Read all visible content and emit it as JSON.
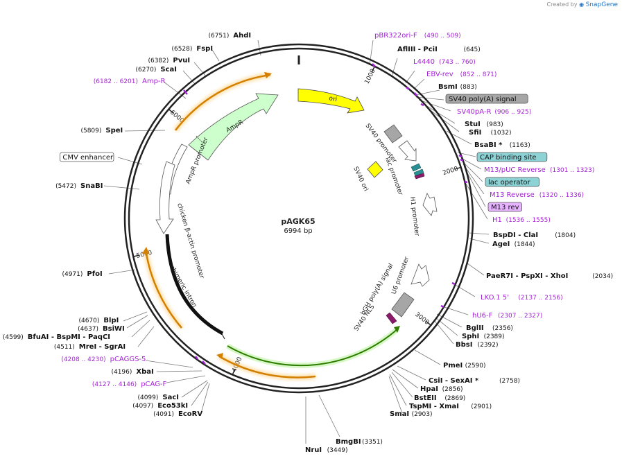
{
  "credit": {
    "created_by": "Created by",
    "brand": "SnapGene"
  },
  "plasmid": {
    "name": "pAGK65",
    "size": "6994 bp"
  },
  "ticks": [
    "1000",
    "2000",
    "3000",
    "4000",
    "5000",
    "6000"
  ],
  "colors": {
    "backbone": "#222222",
    "primer": "#a31fd6",
    "ori": "#ffff00",
    "ampr": "#ccffcc",
    "orange_line": "#d37f00",
    "green_line": "#2e7d00",
    "promoter": "#ffffff",
    "polyA": "#a6a6a6",
    "sv40ori": "#ffff00",
    "cap_site": "#8dd3d6",
    "lac_operator": "#8dd3d6",
    "m13rev": "#e6b3ff",
    "sv40_nls": "#8b1a6b"
  },
  "features": {
    "ori": "ori",
    "ampr": "AmpR",
    "ampr_promoter": "AmpR promoter",
    "sv40_promoter": "SV40 promoter",
    "sv40_ori": "SV40 ori",
    "lac_promoter": "lac promoter",
    "h1_promoter": "H1 promoter",
    "u6_promoter": "U6 promoter",
    "bgh_polya": "bGH poly(A) signal",
    "sv40_nls": "SV40 NLS",
    "cba_promoter": "chicken β-actin promoter",
    "chimeric_intron": "chimeric intron"
  },
  "right_labels": [
    {
      "name": "pBR322ori-F",
      "pos": "(490 .. 509)",
      "kind": "primer"
    },
    {
      "name": "AflIII  - PciI",
      "pos": "(645)",
      "kind": "site"
    },
    {
      "name": "L4440",
      "pos": "(743 .. 760)",
      "kind": "primer"
    },
    {
      "name": "EBV-rev",
      "pos": "(852 .. 871)",
      "kind": "primer"
    },
    {
      "name": "BsmI",
      "pos": "(883)",
      "kind": "site"
    },
    {
      "name": "SV40 poly(A) signal",
      "pos": "",
      "kind": "box-gray"
    },
    {
      "name": "SV40pA-R",
      "pos": "(906 .. 925)",
      "kind": "primer"
    },
    {
      "name": "StuI",
      "pos": "(983)",
      "kind": "site"
    },
    {
      "name": "SfiI",
      "pos": "(1032)",
      "kind": "site"
    },
    {
      "name": "BsaBI *",
      "pos": "(1163)",
      "kind": "site"
    },
    {
      "name": "CAP binding site",
      "pos": "",
      "kind": "box-teal"
    },
    {
      "name": "M13/pUC Reverse",
      "pos": "(1301 .. 1323)",
      "kind": "primer"
    },
    {
      "name": "lac operator",
      "pos": "",
      "kind": "box-teal"
    },
    {
      "name": "M13 Reverse",
      "pos": "(1320 .. 1336)",
      "kind": "primer"
    },
    {
      "name": "M13 rev",
      "pos": "",
      "kind": "box-purple"
    },
    {
      "name": "H1",
      "pos": "(1536 .. 1555)",
      "kind": "primer"
    },
    {
      "name": "BspDI  - ClaI",
      "pos": "(1804)",
      "kind": "site"
    },
    {
      "name": "AgeI",
      "pos": "(1844)",
      "kind": "site"
    },
    {
      "name": "PaeR7I  - PspXI  - XhoI",
      "pos": "(2034)",
      "kind": "site"
    },
    {
      "name": "LKO.1 5'",
      "pos": "(2137 .. 2156)",
      "kind": "primer"
    },
    {
      "name": "hU6-F",
      "pos": "(2307 .. 2327)",
      "kind": "primer"
    },
    {
      "name": "BglII",
      "pos": "(2356)",
      "kind": "site"
    },
    {
      "name": "SphI",
      "pos": "(2389)",
      "kind": "site"
    },
    {
      "name": "BbsI",
      "pos": "(2392)",
      "kind": "site"
    },
    {
      "name": "PmeI",
      "pos": "(2590)",
      "kind": "site"
    },
    {
      "name": "CsiI  - SexAI *",
      "pos": "(2758)",
      "kind": "site"
    },
    {
      "name": "HpaI",
      "pos": "(2856)",
      "kind": "site"
    },
    {
      "name": "BstEII",
      "pos": "(2869)",
      "kind": "site"
    },
    {
      "name": "TspMI  - XmaI",
      "pos": "(2901)",
      "kind": "site"
    },
    {
      "name": "SmaI",
      "pos": "(2903)",
      "kind": "site"
    }
  ],
  "bottom_labels": [
    {
      "name": "BmgBI",
      "pos": "(3351)",
      "kind": "site"
    },
    {
      "name": "NruI",
      "pos": "(3449)",
      "kind": "site"
    }
  ],
  "left_labels": [
    {
      "pos": "(6751)",
      "name": "AhdI",
      "kind": "site"
    },
    {
      "pos": "(6528)",
      "name": "FspI",
      "kind": "site"
    },
    {
      "pos": "(6382)",
      "name": "PvuI",
      "kind": "site"
    },
    {
      "pos": "(6270)",
      "name": "ScaI",
      "kind": "site"
    },
    {
      "pos": "(6182 .. 6201)",
      "name": "Amp-R",
      "kind": "primer"
    },
    {
      "pos": "(5809)",
      "name": "SpeI",
      "kind": "site"
    },
    {
      "pos": "",
      "name": "CMV enhancer",
      "kind": "box-white"
    },
    {
      "pos": "(5472)",
      "name": "SnaBI",
      "kind": "site"
    },
    {
      "pos": "(4971)",
      "name": "PfoI",
      "kind": "site"
    },
    {
      "pos": "(4670)",
      "name": "BlpI",
      "kind": "site"
    },
    {
      "pos": "(4637)",
      "name": "BsiWI",
      "kind": "site"
    },
    {
      "pos": "(4599)",
      "name": "BfuAI  - BspMI  - PaqCI",
      "kind": "site"
    },
    {
      "pos": "(4511)",
      "name": "MreI  - SgrAI",
      "kind": "site"
    },
    {
      "pos": "(4208 .. 4230)",
      "name": "pCAGGS-5",
      "kind": "primer"
    },
    {
      "pos": "(4196)",
      "name": "XbaI",
      "kind": "site"
    },
    {
      "pos": "(4127 .. 4146)",
      "name": "pCAG-F",
      "kind": "primer"
    },
    {
      "pos": "(4099)",
      "name": "SacI",
      "kind": "site"
    },
    {
      "pos": "(4097)",
      "name": "Eco53kI",
      "kind": "site"
    },
    {
      "pos": "(4091)",
      "name": "EcoRV",
      "kind": "site"
    }
  ]
}
